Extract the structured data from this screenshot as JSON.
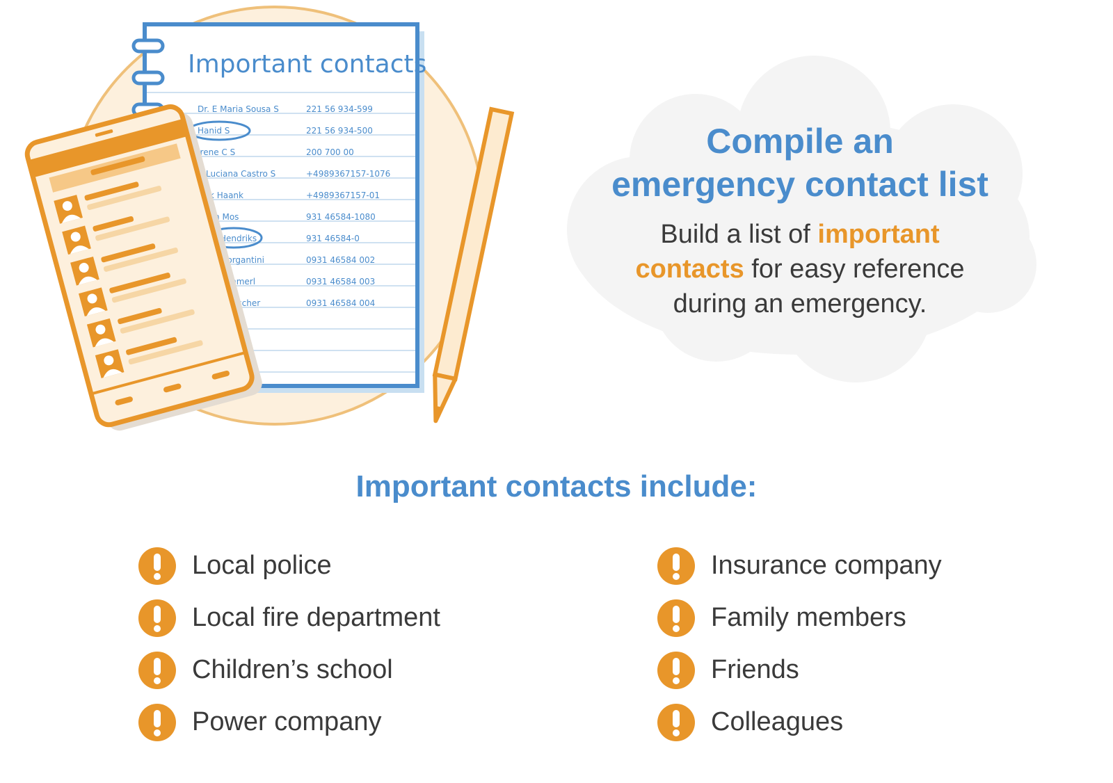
{
  "notebook": {
    "title": "Important contacts",
    "entries": [
      {
        "name": "Dr. E Maria Sousa S",
        "phone": "221 56 934-599"
      },
      {
        "name": "Hanid S",
        "phone": "221 56 934-500"
      },
      {
        "name": "Irene C S",
        "phone": "200 700 00"
      },
      {
        "name": "Luciana Castro S",
        "phone": "+4989367157-1076"
      },
      {
        "name": "rk Haank",
        "phone": "+4989367157-01"
      },
      {
        "name": "tin Mos",
        "phone": "931 46584-1080"
      },
      {
        "name": "Hendriks",
        "phone": "931 46584-0"
      },
      {
        "name": "Morgantini",
        "phone": "0931 46584 002"
      },
      {
        "name": "mmerl",
        "phone": "0931 46584 003"
      },
      {
        "name": "Fischer",
        "phone": "0931 46584 004"
      }
    ]
  },
  "headline": {
    "title_line1": "Compile an",
    "title_line2": "emergency contact list",
    "desc_part1": "Build a list of ",
    "desc_highlight": "important contacts",
    "desc_part2": " for easy reference during an emergency."
  },
  "contacts_section": {
    "heading": "Important contacts include:",
    "left_items": [
      "Local police",
      "Local fire department",
      "Children’s school",
      "Power company"
    ],
    "right_items": [
      "Insurance company",
      "Family members",
      "Friends",
      "Colleagues"
    ]
  },
  "icons": {
    "list_bullet": "exclamation-icon"
  },
  "colors": {
    "accent_blue": "#4a8ccc",
    "accent_orange": "#e8962a",
    "text": "#3a3a3a",
    "cloud": "#f3f3f3"
  }
}
